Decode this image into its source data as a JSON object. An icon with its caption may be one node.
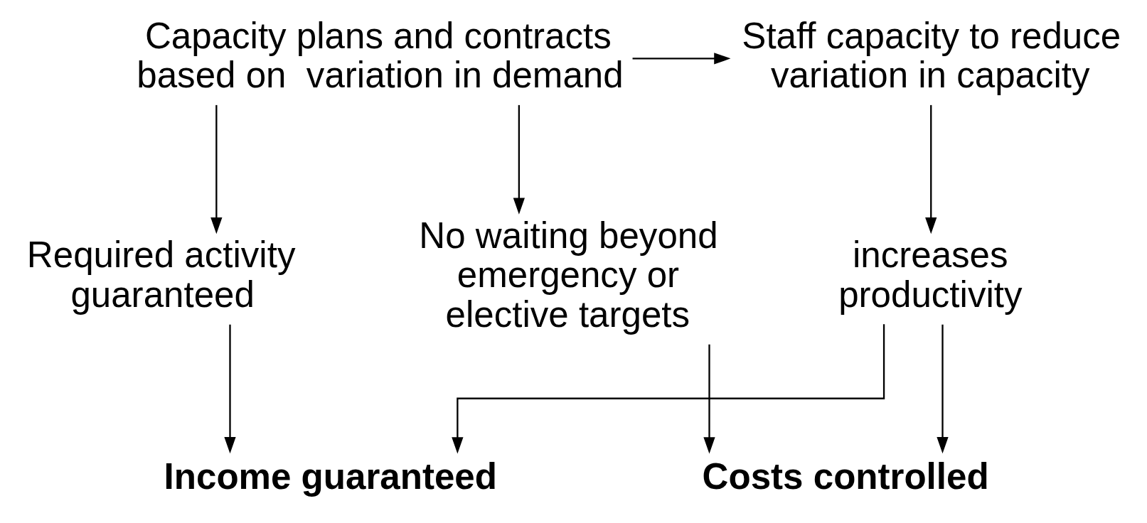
{
  "diagram": {
    "nodes": [
      {
        "text": [
          "Capacity plans and contracts based on  variation in demand"
        ]
      },
      {
        "text": [
          "Staff capacity to reduce variation in capacity"
        ]
      },
      {
        "text": [
          "Required activity guaranteed"
        ]
      },
      {
        "text": [
          "No waiting beyond emergency or elective targets"
        ]
      },
      {
        "text": [
          "increases productivity"
        ]
      },
      {
        "text": [
          "Income guaranteed"
        ]
      },
      {
        "text": [
          "Costs controlled"
        ]
      }
    ],
    "edges": [
      {
        "from": 0,
        "to": 1,
        "arrow": "to"
      },
      {
        "from": 0,
        "to": 2,
        "arrow": "to"
      },
      {
        "from": 0,
        "to": 3,
        "arrow": "to"
      },
      {
        "from": 1,
        "to": 4,
        "arrow": "to"
      },
      {
        "from": 2,
        "to": 5,
        "arrow": "to"
      },
      {
        "from": 3,
        "to": 6,
        "arrow": "to"
      },
      {
        "from": 4,
        "to": 6,
        "arrow": "to"
      },
      {
        "from": 4,
        "to": 5,
        "arrow": "to"
      }
    ]
  }
}
